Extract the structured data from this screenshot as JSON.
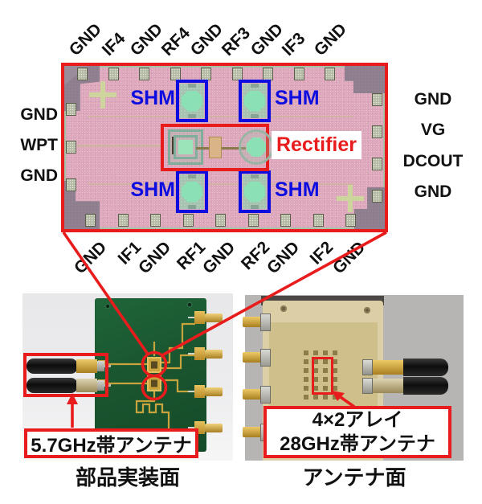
{
  "chip": {
    "top_pads": [
      "GND",
      "IF4",
      "GND",
      "RF4",
      "GND",
      "RF3",
      "GND",
      "IF3",
      "GND"
    ],
    "bottom_pads": [
      "GND",
      "IF1",
      "GND",
      "RF1",
      "GND",
      "RF2",
      "GND",
      "IF2",
      "GND"
    ],
    "left_pads": [
      "GND",
      "WPT",
      "GND"
    ],
    "right_pads": [
      "GND",
      "VG",
      "DCOUT",
      "GND"
    ],
    "shm_label": "SHM",
    "rectifier_label": "Rectifier"
  },
  "photos": {
    "component_side": {
      "antenna_annotation": "5.7GHz帯アンテナ",
      "caption": "部品実装面"
    },
    "antenna_side": {
      "array_annotation_line1": "4×2アレイ",
      "array_annotation_line2": "28GHz帯アンテナ",
      "caption": "アンテナ面"
    }
  },
  "colors": {
    "annotation_red": "#e81c1c",
    "shm_blue": "#0d0de0",
    "chip_pink": "#dfa9bd",
    "pcb_green": "#1c5c33",
    "pcb_tan": "#d6c79c"
  }
}
